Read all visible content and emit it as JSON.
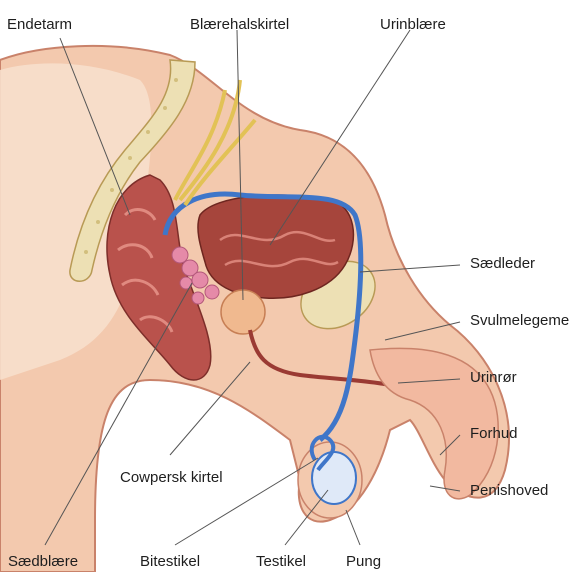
{
  "labels": {
    "endetarm": "Endetarm",
    "blaerehalskirtel": "Blærehalskirtel",
    "urinblaere": "Urinblære",
    "saedleder": "Sædleder",
    "svulmelegeme": "Svulmelegeme",
    "urinror": "Urinrør",
    "forhud": "Forhud",
    "penishoved": "Penishoved",
    "cowpersk_kirtel": "Cowpersk kirtel",
    "saedblaere": "Sædblære",
    "bitestikel": "Bitestikel",
    "testikel": "Testikel",
    "pung": "Pung"
  },
  "colors": {
    "skin": "#f3c9ae",
    "skin_dark": "#c9826a",
    "bone": "#ede0b4",
    "bone_dot": "#d2bf7d",
    "rectum": "#b9524c",
    "bladder": "#a6453c",
    "vas": "#3f76c9",
    "nerve": "#e2c256",
    "gland": "#e58aa8",
    "urethra": "#9a3a33"
  }
}
